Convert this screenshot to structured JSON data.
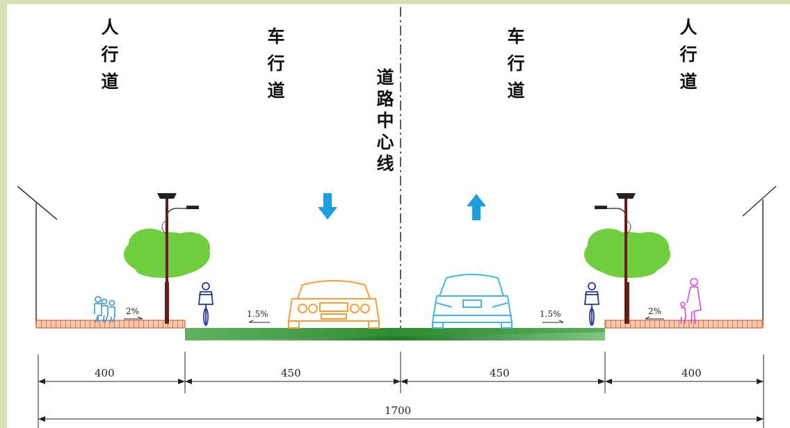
{
  "labels": {
    "sidewalk_left": "人行道",
    "carriageway_left": "车行道",
    "centerline": "道路中心线",
    "carriageway_right": "车行道",
    "sidewalk_right": "人行道"
  },
  "slopes": {
    "sidewalk_left": "2%",
    "carriageway_left": "1.5%",
    "carriageway_right": "1.5%",
    "sidewalk_right": "2%"
  },
  "dimensions": {
    "sidewalk_left": "400",
    "carriageway_left": "450",
    "carriageway_right": "450",
    "sidewalk_right": "400",
    "total": "1700"
  },
  "icons": [
    "solar-street-lamp-icon",
    "tree-icon",
    "cyclist-icon",
    "car-front-icon",
    "pedestrian-icon",
    "direction-arrow-icon",
    "building-roof-icon"
  ],
  "colors": {
    "frame_background": "#d6e2b3",
    "roadway_green": "#3a9a3a",
    "curb_red": "#c8482a",
    "tree_green": "#6fcf3f",
    "arrow_blue": "#1aa0e0",
    "car_left_orange": "#ff9a2e",
    "car_right_cyan": "#3ab8e8",
    "cyclist_blue": "#2233aa",
    "pedestrians_left": "#2a8fd8",
    "pedestrian_right_magenta": "#e040e0"
  }
}
